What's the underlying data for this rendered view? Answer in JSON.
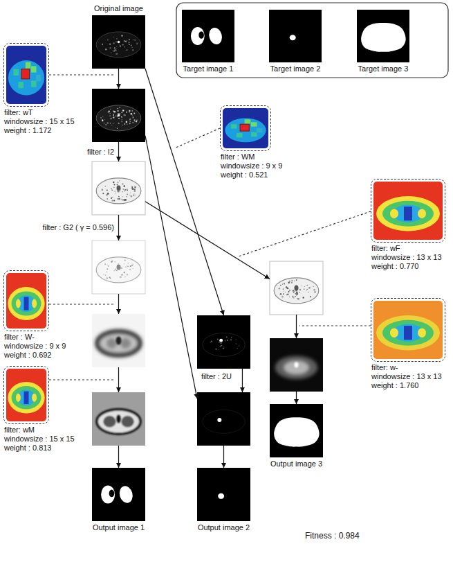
{
  "diagram": {
    "nodes": [
      {
        "text": [
          "Original image"
        ]
      },
      {
        "text": [
          "Target image 1"
        ]
      },
      {
        "text": [
          "Target image 2"
        ]
      },
      {
        "text": [
          "Target image 3"
        ]
      },
      {
        "text": [
          "filter: wT",
          "windowsize : 15 x 15",
          "weight : 1.172"
        ]
      },
      {
        "text": []
      },
      {
        "text": [
          "filter : WM",
          "windowsize : 9 x 9",
          "weight : 0.521"
        ]
      },
      {
        "text": []
      },
      {
        "text": []
      },
      {
        "text": [
          "filter: wF",
          "windowsize : 13 x 13",
          "weight : 0.770"
        ]
      },
      {
        "text": []
      },
      {
        "text": [
          "filter : W-",
          "windowsize : 9 x 9",
          "weight : 0.692"
        ]
      },
      {
        "text": []
      },
      {
        "text": [
          "filter: w-",
          "windowsize : 13 x 13",
          "weight : 1.760"
        ]
      },
      {
        "text": []
      },
      {
        "text": [
          "filter: wM",
          "windowsize : 15 x 15",
          "weight : 0.813"
        ]
      },
      {
        "text": []
      },
      {
        "text": []
      },
      {
        "text": []
      },
      {
        "text": [
          "Output image 3"
        ]
      },
      {
        "text": [
          "Output image 1"
        ]
      },
      {
        "text": [
          "Output image 2"
        ]
      }
    ],
    "edges": [
      {
        "from": 0,
        "to": 5,
        "arrow": "to"
      },
      {
        "from": 5,
        "to": 7,
        "label": "filter : I2",
        "arrow": "to"
      },
      {
        "from": 7,
        "to": 8,
        "label": "filter : G2 ( γ = 0.596)",
        "arrow": "to"
      },
      {
        "from": 8,
        "to": 12,
        "arrow": "to"
      },
      {
        "from": 12,
        "to": 16,
        "arrow": "to"
      },
      {
        "from": 16,
        "to": 20,
        "arrow": "to"
      },
      {
        "from": 0,
        "to": 17,
        "arrow": "to"
      },
      {
        "from": 17,
        "to": 18,
        "label": "filter : 2U",
        "arrow": "to"
      },
      {
        "from": 5,
        "to": 18,
        "arrow": "to"
      },
      {
        "from": 18,
        "to": 21,
        "arrow": "to"
      },
      {
        "from": 7,
        "to": 10,
        "arrow": "to"
      },
      {
        "from": 10,
        "to": 14,
        "arrow": "to"
      },
      {
        "from": 14,
        "to": 19,
        "arrow": "to"
      }
    ],
    "labels": [
      "Fitness : 0.984"
    ]
  }
}
